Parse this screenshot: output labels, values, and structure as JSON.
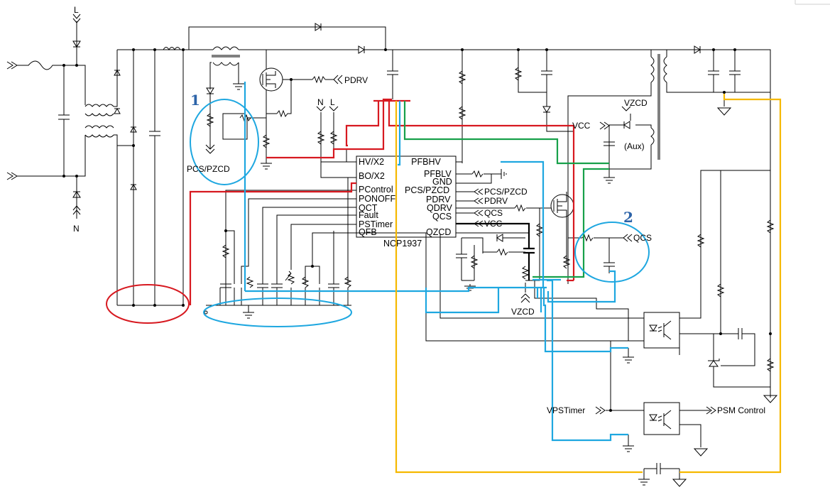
{
  "ic": {
    "name": "NCP1937",
    "left_pins": [
      "HV/X2",
      "BO/X2",
      "PControl",
      "PONOFF",
      "QCT",
      "Fault",
      "PSTimer",
      "QFB"
    ],
    "right_pins": [
      "PFBHV",
      "PFBLV",
      "GND",
      "PCS/PZCD",
      "PDRV",
      "QDRV",
      "QCS",
      "QZCD"
    ]
  },
  "labels": {
    "line_L": "L",
    "line_N": "N",
    "hv_N": "N",
    "hv_L": "L",
    "pdrv": "PDRV",
    "pcs_pzcd_sense": "PCS/PZCD",
    "pcs_pzcd_out": "PCS/PZCD",
    "pdrv_out": "PDRV",
    "qcs_out": "QCS",
    "vcc_out": "VCC",
    "vcc_aux": "VCC",
    "vzcd_top": "VZCD",
    "aux": "(Aux)",
    "qcs_sense": "QCS",
    "vzcd_bottom": "VZCD",
    "vpstimer": "VPSTimer",
    "psm_control": "PSM Control"
  },
  "callouts": {
    "one": "1",
    "two": "2"
  },
  "colors": {
    "pfc_gate": "#d71920",
    "vcc_path": "#17a04a",
    "signal_ground": "#1ea7e0",
    "secondary_ground": "#f5b800",
    "callout": "#2c63a8",
    "wire": "#000000"
  },
  "icons": [
    "diode-icon",
    "resistor-icon",
    "capacitor-icon",
    "mosfet-icon",
    "transformer-icon",
    "inductor-icon",
    "ground-icon",
    "optocoupler-icon",
    "zener-icon",
    "connector-arrow-icon"
  ]
}
